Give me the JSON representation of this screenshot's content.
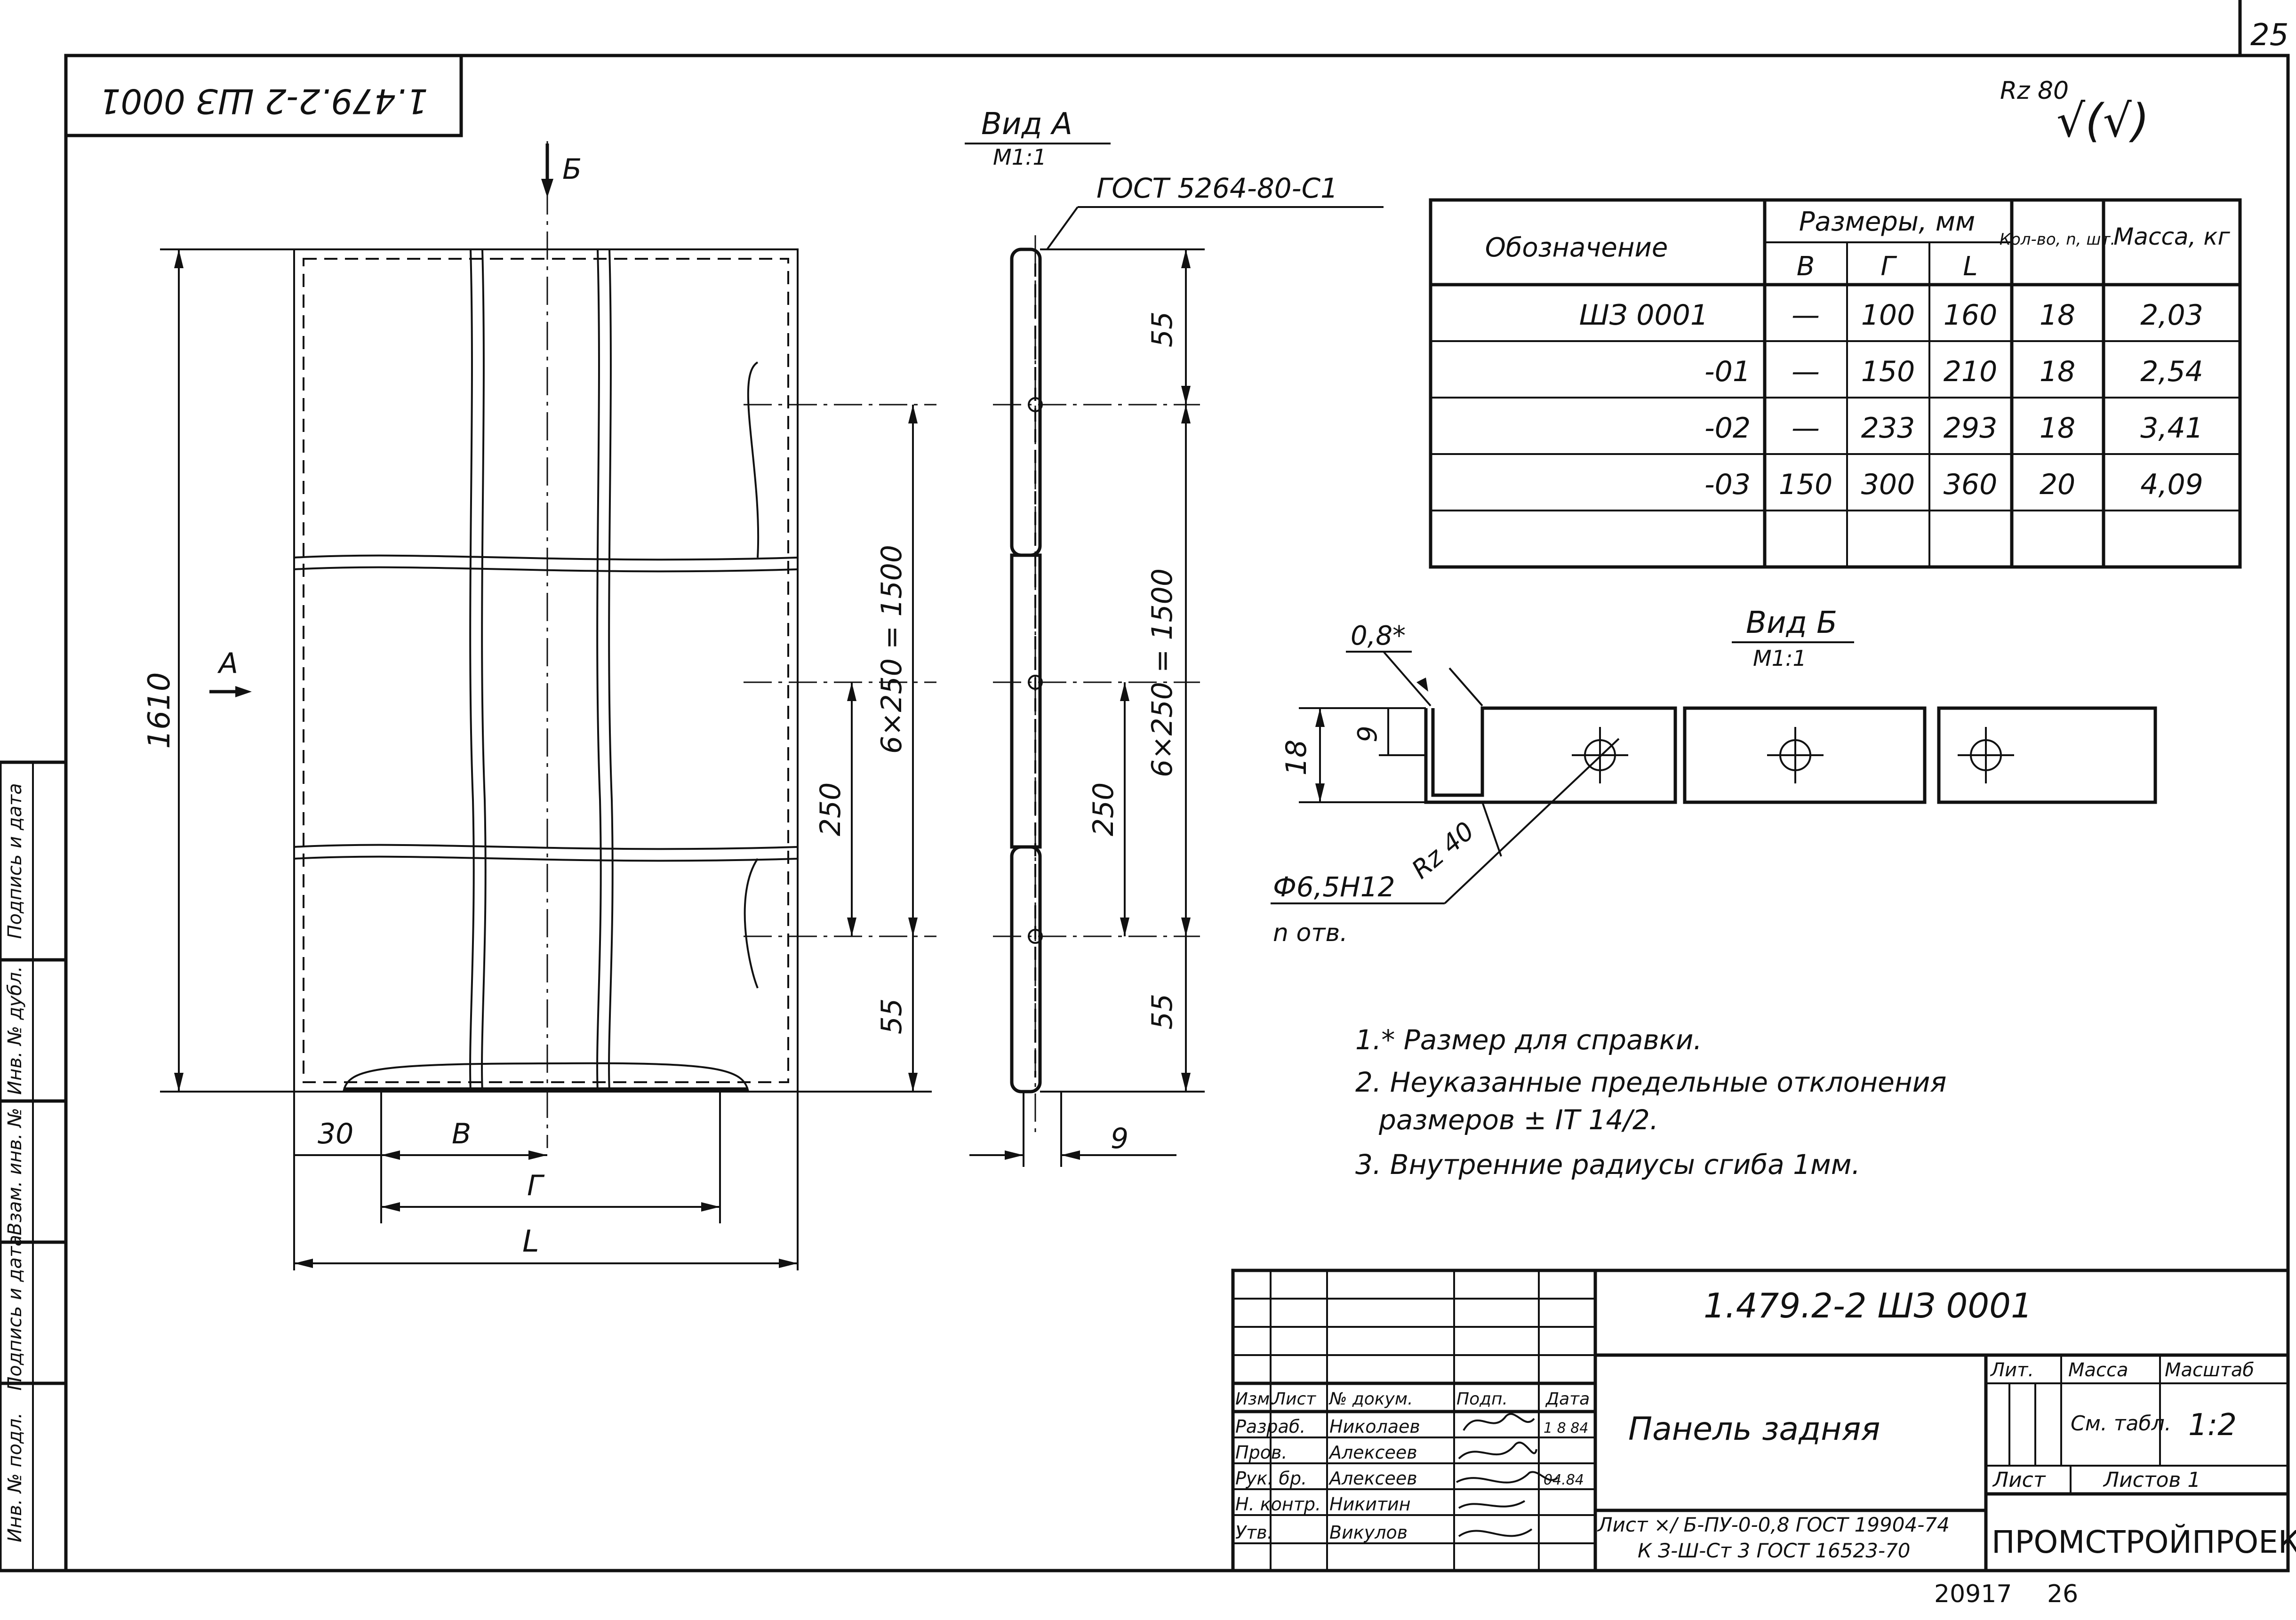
{
  "sheet": {
    "number": "25",
    "footer_number": "20917",
    "footer_page": "26"
  },
  "corner_stamp": "1.479.2-2 ШЗ 0001",
  "roughness": {
    "value": "Rz 80",
    "symbol": "√(√)"
  },
  "view_a": {
    "title": "Вид А",
    "scale": "М1:1",
    "weld_note": "ГОСТ 5264-80-С1",
    "dim_top": "55",
    "dim_pitch": "6×250 = 1500",
    "dim_step": "250",
    "dim_bottom": "55",
    "dim_thickness": "9"
  },
  "front_view": {
    "view_b_arrow": "Б",
    "view_a_arrow": "А",
    "dim_height": "1610",
    "dim_pitch": "6×250 = 1500",
    "dim_step": "250",
    "dim_bottom": "55",
    "dim_offset": "30",
    "dim_b": "В",
    "dim_g": "Г",
    "dim_l": "L"
  },
  "view_b": {
    "title": "Вид Б",
    "scale": "М1:1",
    "dim_gap": "0,8*",
    "dim_height": "18",
    "dim_hole_pos": "9",
    "roughness": "Rz 40",
    "hole": "Ф6,5Н12",
    "hole_count": "n отв."
  },
  "table": {
    "headers": {
      "designation": "Обозначение",
      "sizes": "Размеры, мм",
      "b": "В",
      "g": "Г",
      "l": "L",
      "qty": "Кол-во, n, шт.",
      "mass": "Масса, кг"
    },
    "rows": [
      {
        "designation": "ШЗ 0001",
        "b": "—",
        "g": "100",
        "l": "160",
        "qty": "18",
        "mass": "2,03"
      },
      {
        "designation": "-01",
        "b": "—",
        "g": "150",
        "l": "210",
        "qty": "18",
        "mass": "2,54"
      },
      {
        "designation": "-02",
        "b": "—",
        "g": "233",
        "l": "293",
        "qty": "18",
        "mass": "3,41"
      },
      {
        "designation": "-03",
        "b": "150",
        "g": "300",
        "l": "360",
        "qty": "20",
        "mass": "4,09"
      }
    ]
  },
  "notes": [
    "1.* Размер для справки.",
    "2. Неуказанные предельные отклонения",
    "размеров ± IT 14/2.",
    "3. Внутренние радиусы сгиба 1мм."
  ],
  "side_strip": {
    "cell1": "Инв. № подл.",
    "cell2": "Подпись и дата",
    "cell3": "Взам. инв. №",
    "cell4": "Инв. № дубл.",
    "cell5": "Подпись и дата"
  },
  "title_block": {
    "code": "1.479.2-2     ШЗ 0001",
    "name": "Панель задняя",
    "material_line1": "Лист ×/ Б-ПУ-0-0,8 ГОСТ 19904-74",
    "material_line2": "К З-Ш-Ст 3 ГОСТ 16523-70",
    "org": "ПРОМСТРОЙПРОЕКТ",
    "lit_label": "Лит.",
    "mass_label": "Масса",
    "scale_label": "Масштаб",
    "mass_value": "См. табл.",
    "scale_value": "1:2",
    "sheet_label": "Лист",
    "sheets_label": "Листов 1",
    "header_cols": [
      "Изм.",
      "Лист",
      "№ докум.",
      "Подп.",
      "Дата"
    ],
    "date_value": "1 8 84",
    "date_value2": "04.84",
    "roles": [
      {
        "role": "Разраб.",
        "name": "Николаев"
      },
      {
        "role": "Пров.",
        "name": "Алексеев"
      },
      {
        "role": "Рук. бр.",
        "name": "Алексеев"
      },
      {
        "role": "Н. контр.",
        "name": "Никитин"
      },
      {
        "role": "Утв.",
        "name": "Викулов"
      }
    ]
  }
}
